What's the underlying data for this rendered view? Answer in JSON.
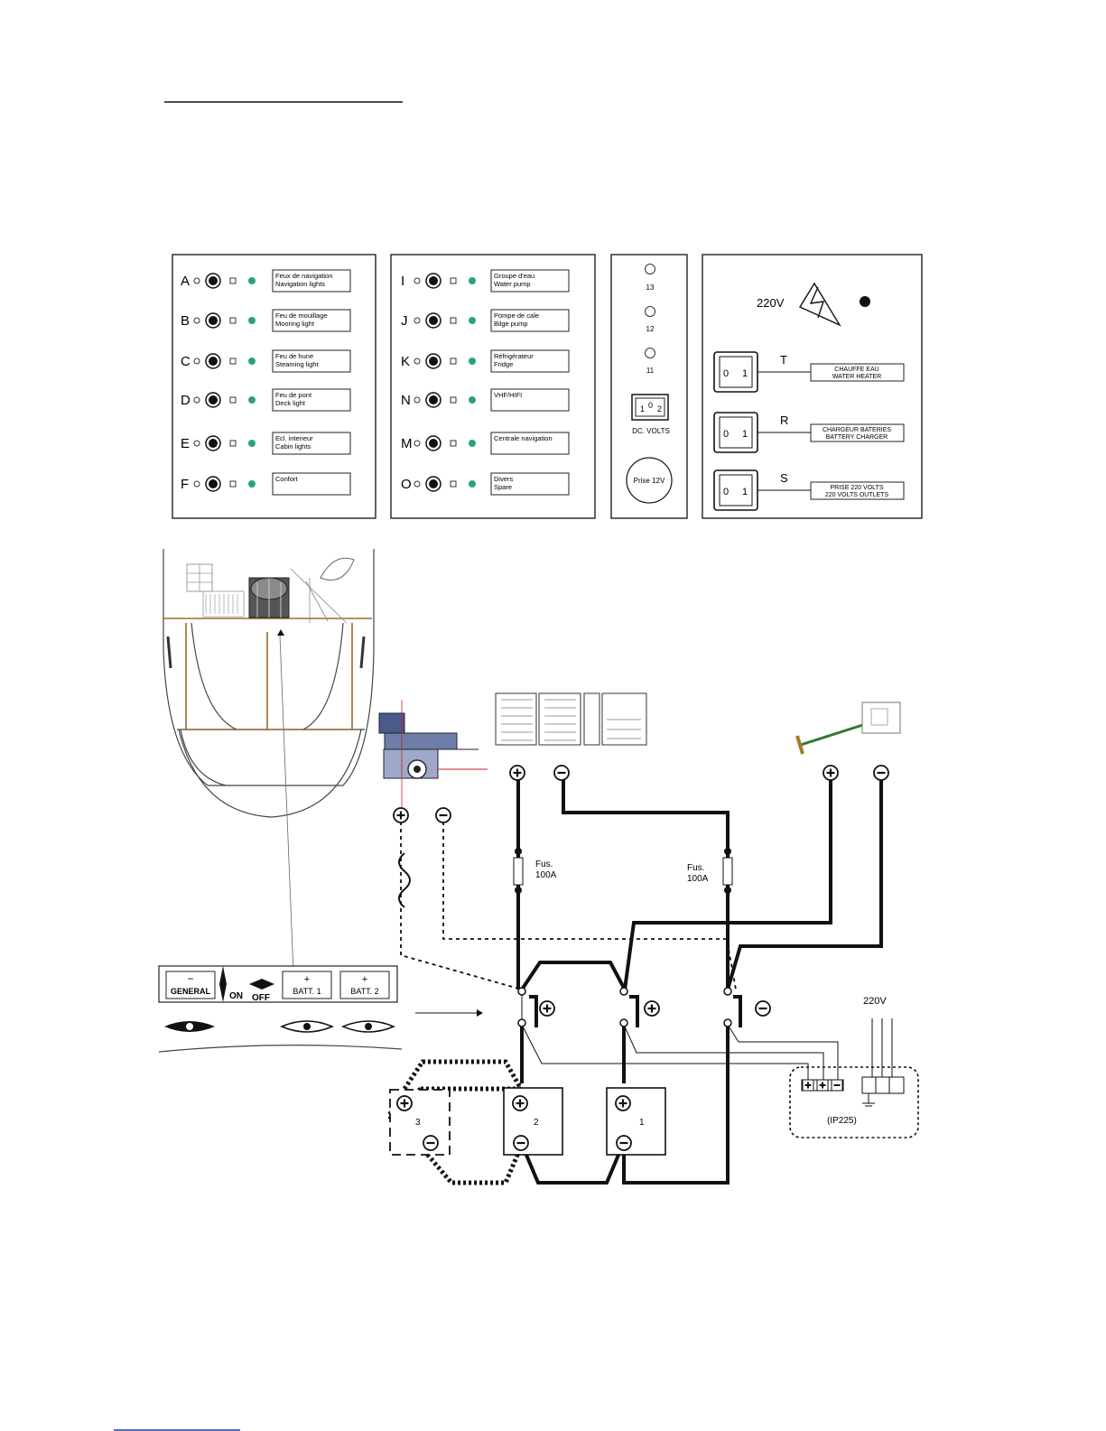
{
  "panel1": {
    "rows": [
      {
        "letter": "A",
        "fr": "Feux de navigation",
        "en": "Navigation lights"
      },
      {
        "letter": "B",
        "fr": "Feu de mouillage",
        "en": "Mooring light"
      },
      {
        "letter": "C",
        "fr": "Feu de hune",
        "en": "Steaming light"
      },
      {
        "letter": "D",
        "fr": "Feu de pont",
        "en": "Deck light"
      },
      {
        "letter": "E",
        "fr": "Ecl. interieur",
        "en": "Cabin lights"
      },
      {
        "letter": "F",
        "fr": "Confort",
        "en": ""
      }
    ]
  },
  "panel2": {
    "rows": [
      {
        "letter": "I",
        "fr": "Groupe d'eau",
        "en": "Water pump"
      },
      {
        "letter": "J",
        "fr": "Pompe de cale",
        "en": "Bilge pump"
      },
      {
        "letter": "K",
        "fr": "Réfrigérateur",
        "en": "Fridge"
      },
      {
        "letter": "N",
        "fr": "VHF/HIFI",
        "en": ""
      },
      {
        "letter": "M",
        "fr": "Centrale navigation",
        "en": ""
      },
      {
        "letter": "O",
        "fr": "Divers",
        "en": "Spare"
      }
    ]
  },
  "panel3": {
    "gauges": [
      "13",
      "12",
      "11"
    ],
    "switch_label": "1 0 2",
    "switch_pos": [
      "1",
      "0",
      "2"
    ],
    "volts_label": "DC. VOLTS",
    "socket_label": "Prise 12V"
  },
  "panel4": {
    "voltage": "220V",
    "switches": [
      {
        "letter": "T",
        "fr": "CHAUFFE EAU",
        "en": "WATER HEATER"
      },
      {
        "letter": "R",
        "fr": "CHARGEUR BATERIES",
        "en": "BATTERY CHARGER"
      },
      {
        "letter": "S",
        "fr": "PRISE 220 VOLTS",
        "en": "220 VOLTS OUTLETS"
      }
    ],
    "switch_glyphs": [
      "0",
      "1"
    ]
  },
  "selector": {
    "general": "GENERAL",
    "on": "ON",
    "off": "OFF",
    "batt1": "BATT. 1",
    "batt2": "BATT. 2",
    "minus": "−",
    "plus": "+"
  },
  "wiring": {
    "fuse1": [
      "Fus.",
      "100A"
    ],
    "fuse2": [
      "Fus.",
      "100A"
    ],
    "plus": "+",
    "minus": "−",
    "batteries": [
      "3",
      "2",
      "1"
    ],
    "charger_voltage": "220V",
    "charger_label": "(IP225)"
  }
}
